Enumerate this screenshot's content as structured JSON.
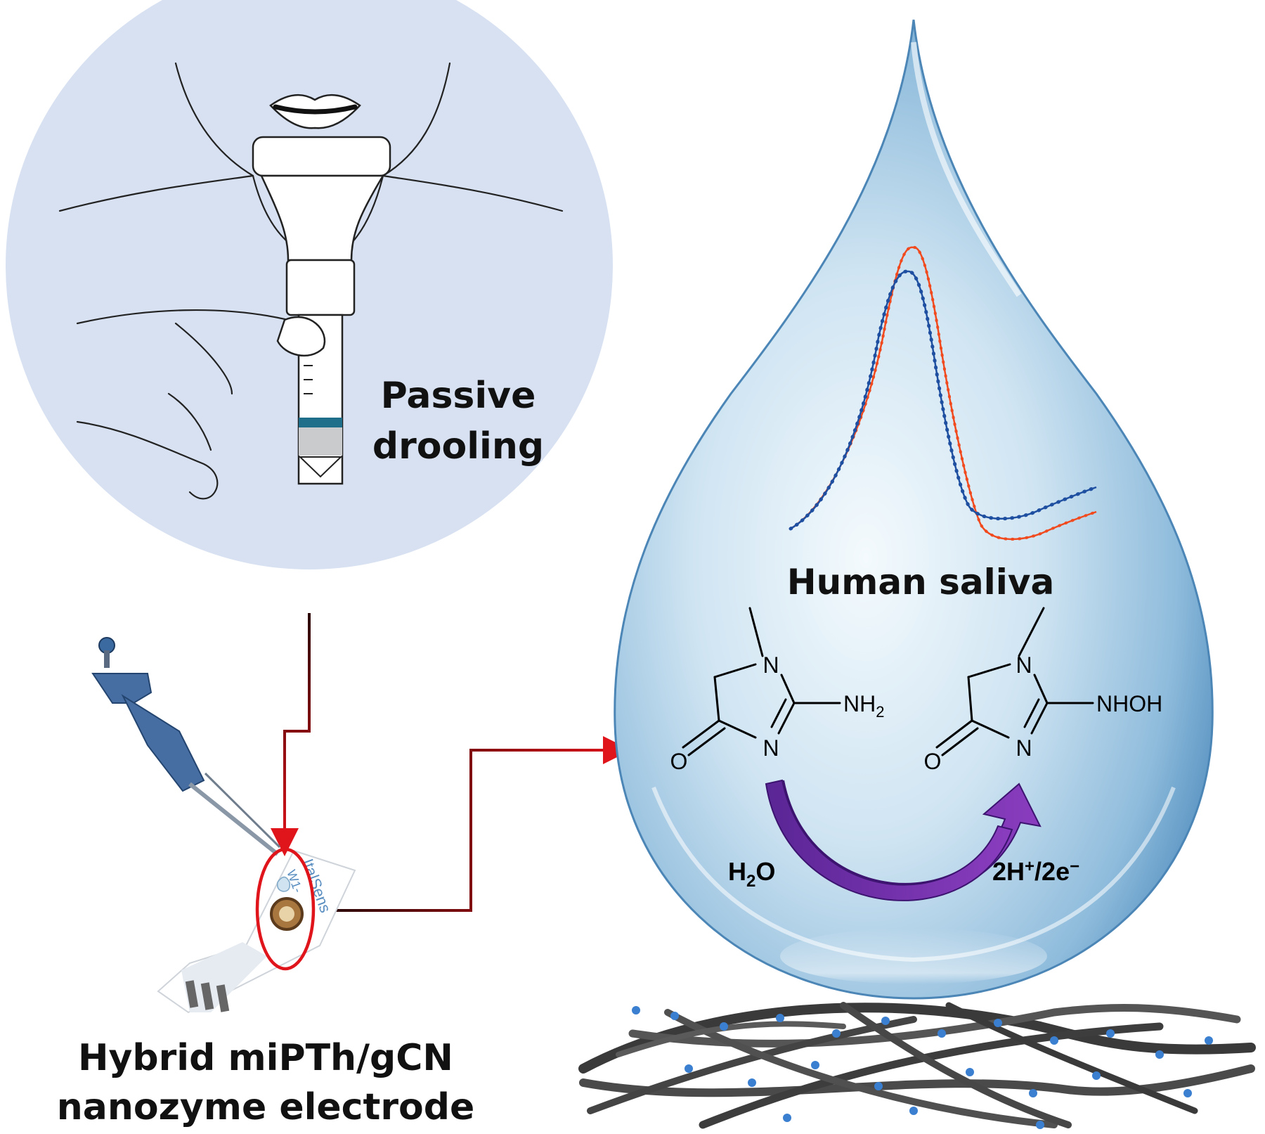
{
  "labels": {
    "passive_line1": "Passive",
    "passive_line2": "drooling",
    "human_saliva": "Human saliva",
    "electrode_line1": "Hybrid miPTh/gCN",
    "electrode_line2": "nanozyme electrode",
    "strip_brand": "ItalSens",
    "strip_model": "W1-"
  },
  "reaction": {
    "left_molecule": {
      "n1": "N",
      "n2": "N",
      "o": "O",
      "group": "NH",
      "group_sub": "2"
    },
    "right_molecule": {
      "n1": "N",
      "n2": "N",
      "o": "O",
      "group": "NHOH"
    },
    "reactant": {
      "h": "H",
      "sub": "2",
      "o": "O"
    },
    "product": {
      "pre": "2H",
      "sup1": "+",
      "mid": "/2e",
      "sup2": "−"
    }
  },
  "colors": {
    "circle_bg": "#d7e1f1",
    "arrow_red": "#e0141b",
    "arrow_dark": "#4a0a0a",
    "curve_orange": "#f04a1e",
    "curve_blue": "#1f4fa0",
    "reaction_arrow": "#6b2aa6",
    "drop_light": "#e9f4fb",
    "drop_dark": "#6aa2cc"
  },
  "icons": [
    "collection-tube-icon",
    "pipette-icon",
    "electrode-strip-icon",
    "water-drop-icon",
    "nanofiber-mesh-icon"
  ]
}
